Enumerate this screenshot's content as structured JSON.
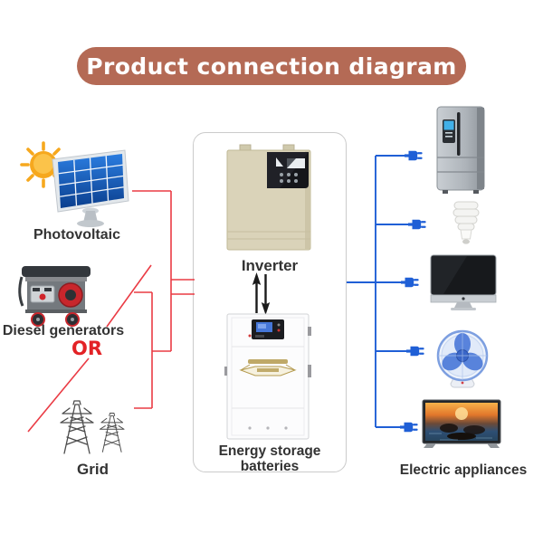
{
  "title": "Product connection diagram",
  "colors": {
    "banner_bg": "#b46a55",
    "banner_text": "#ffffff",
    "red_line": "#ea3b44",
    "blue_line": "#1f5fd6",
    "or_color": "#e32226",
    "label_color": "#333333"
  },
  "sources": {
    "photovoltaic_label": "Photovoltaic",
    "diesel_label": "Diesel generators",
    "or_label": "OR",
    "grid_label": "Grid"
  },
  "system": {
    "inverter_label": "Inverter",
    "battery_label": "Energy storage batteries"
  },
  "appliances": {
    "label": "Electric appliances",
    "icons": [
      "refrigerator",
      "cfl-bulb",
      "desktop-monitor",
      "desk-fan",
      "tv"
    ]
  }
}
